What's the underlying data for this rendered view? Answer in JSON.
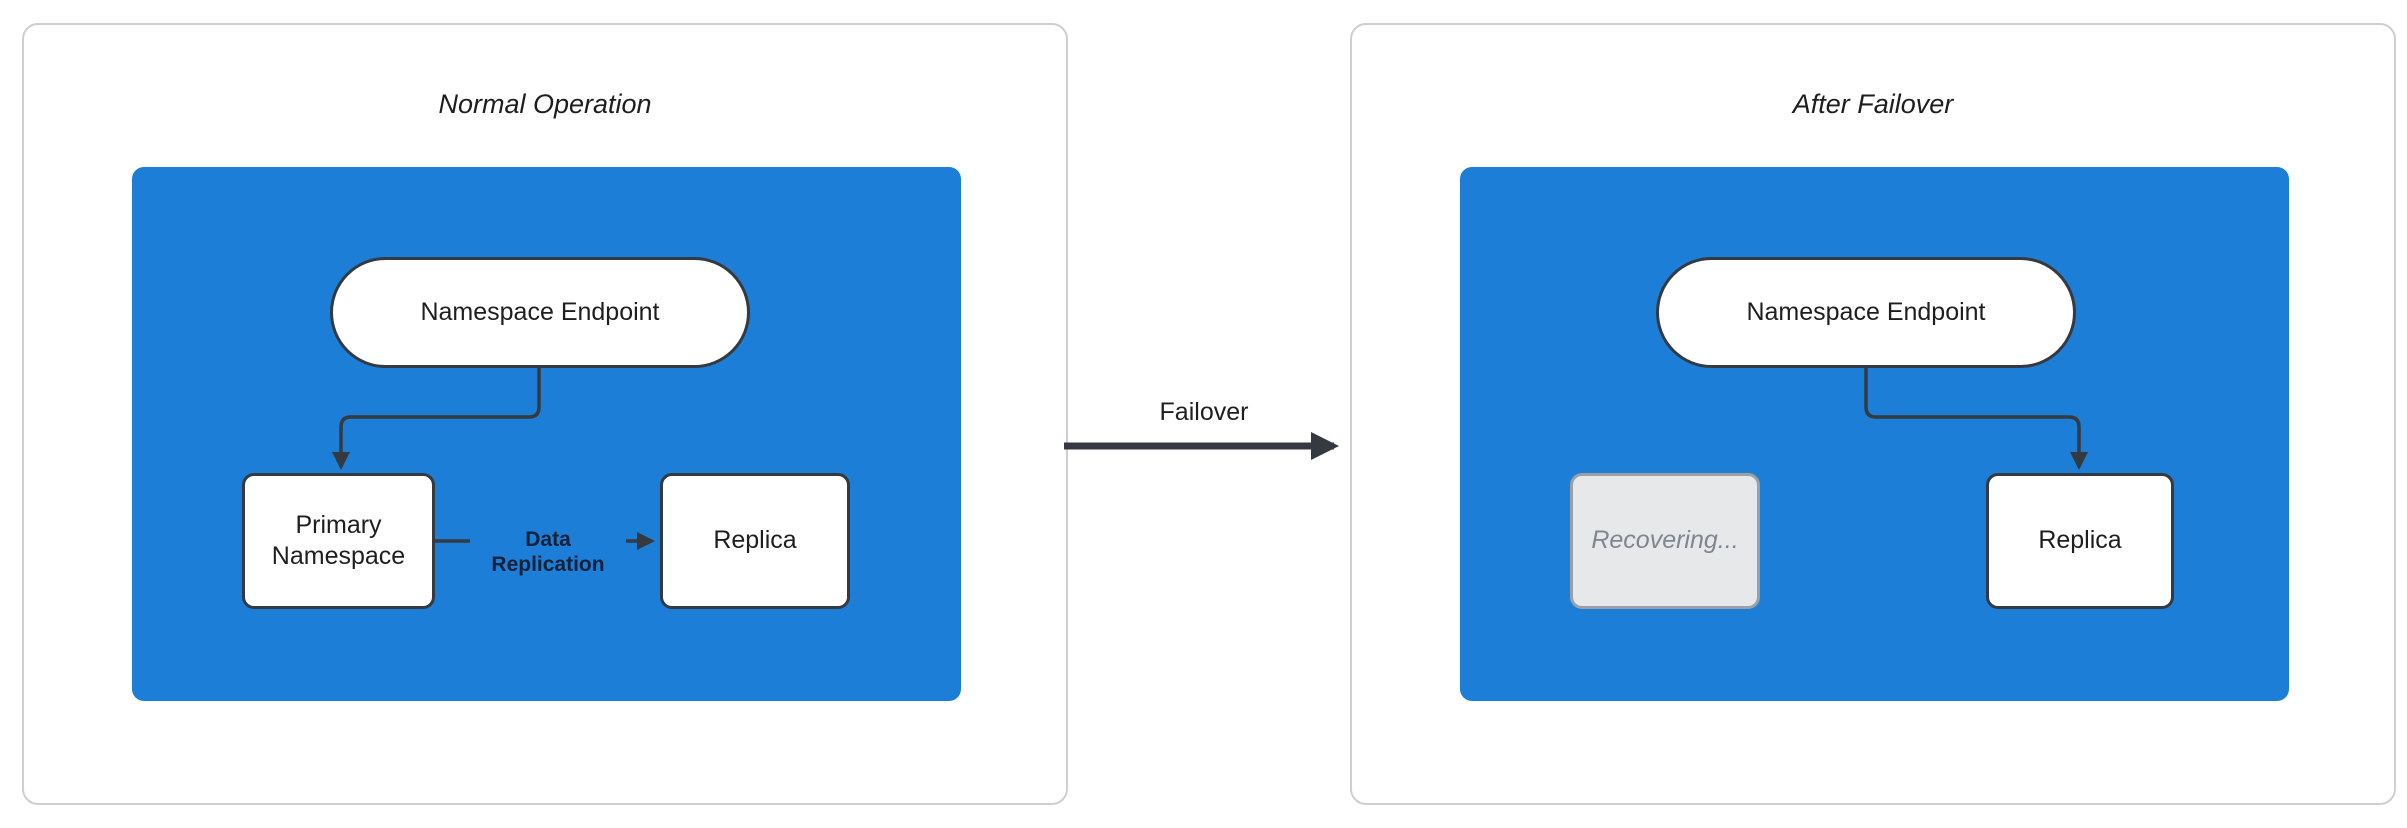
{
  "diagram": {
    "left": {
      "title": "Normal Operation",
      "endpoint": "Namespace Endpoint",
      "primary": "Primary Namespace",
      "replica": "Replica",
      "replication": "Data Replication"
    },
    "right": {
      "title": "After Failover",
      "endpoint": "Namespace Endpoint",
      "recovering": "Recovering...",
      "replica": "Replica"
    },
    "failover": "Failover",
    "colors": {
      "container_blue": "#1c7ed6",
      "node_border": "#343a40",
      "arrow": "#343a40",
      "panel_border": "#cfcfcf",
      "recovering_fill": "#e6e8ea",
      "recovering_border": "#9aa0a6",
      "recovering_text": "#808691",
      "text": "#1e1e1e"
    }
  }
}
